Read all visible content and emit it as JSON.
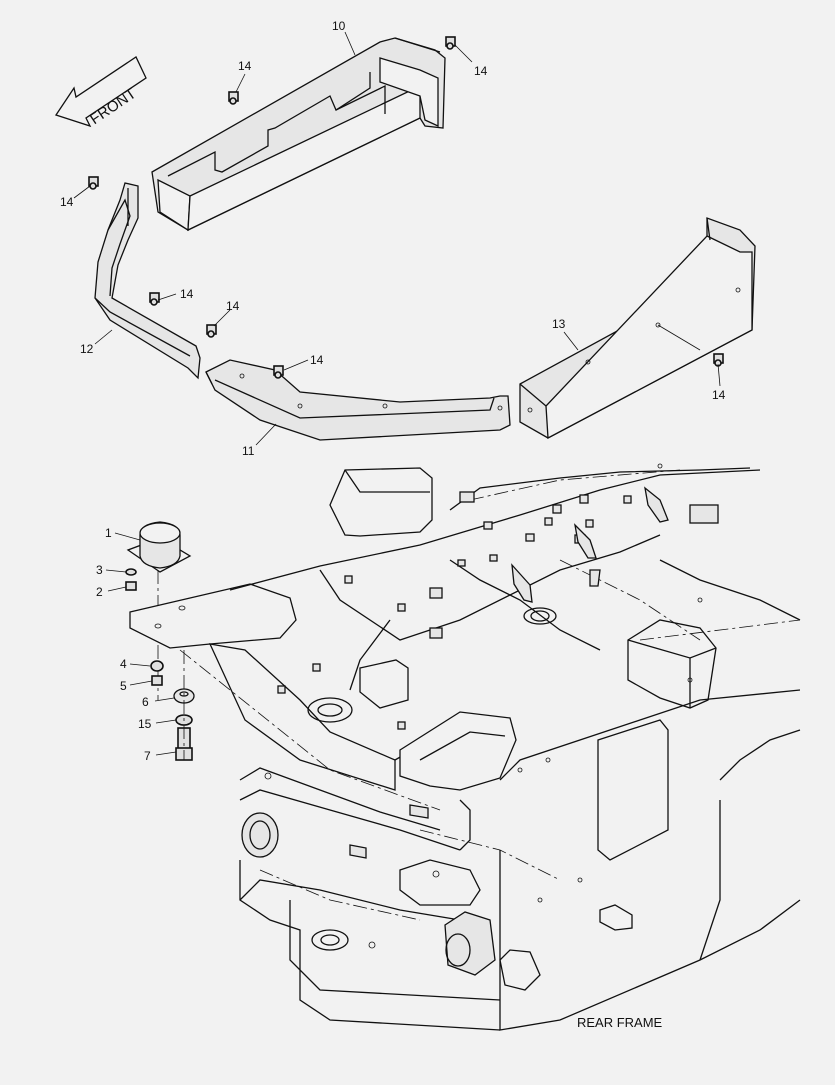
{
  "direction_arrow": {
    "label": "FRONT"
  },
  "callouts": [
    {
      "id": "c10",
      "text": "10"
    },
    {
      "id": "c14a",
      "text": "14"
    },
    {
      "id": "c14b",
      "text": "14"
    },
    {
      "id": "c14c",
      "text": "14"
    },
    {
      "id": "c14d",
      "text": "14"
    },
    {
      "id": "c14e",
      "text": "14"
    },
    {
      "id": "c14f",
      "text": "14"
    },
    {
      "id": "c14g",
      "text": "14"
    },
    {
      "id": "c12",
      "text": "12"
    },
    {
      "id": "c11",
      "text": "11"
    },
    {
      "id": "c13",
      "text": "13"
    },
    {
      "id": "c1",
      "text": "1"
    },
    {
      "id": "c3",
      "text": "3"
    },
    {
      "id": "c2",
      "text": "2"
    },
    {
      "id": "c4",
      "text": "4"
    },
    {
      "id": "c5",
      "text": "5"
    },
    {
      "id": "c6",
      "text": "6"
    },
    {
      "id": "c15",
      "text": "15"
    },
    {
      "id": "c7",
      "text": "7"
    }
  ],
  "frame_label": "REAR FRAME"
}
